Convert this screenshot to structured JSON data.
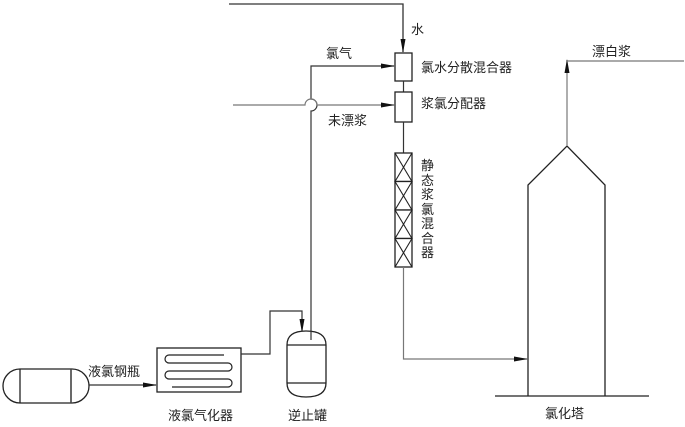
{
  "title": "液氯漂白工艺流程示意图",
  "streams": {
    "water": "水",
    "chlorine_gas": "氯气",
    "unbleached_pulp": "未漂浆",
    "bleached_pulp": "漂白浆"
  },
  "equipment": {
    "chlorine_water_mixer": "氯水分散混合器",
    "pulp_chlorine_distributor": "浆氯分配器",
    "static_mixer": "静态浆氯混合器",
    "chlorination_tower": "氯化塔",
    "liquid_chlorine_cylinder": "液氯钢瓶",
    "liquid_chlorine_vaporizer": "液氯气化器",
    "check_tank": "逆止罐"
  },
  "colors": {
    "line": "#222222",
    "pipe_gray": "#888888"
  }
}
